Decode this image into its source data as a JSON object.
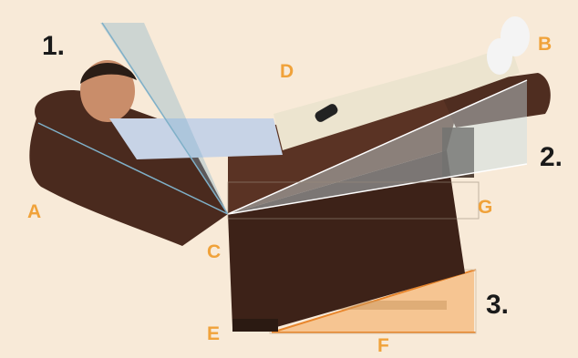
{
  "colors": {
    "background": "#f8ead8",
    "letter_labels": "#f0a23a",
    "number_labels": "#1a1a1a",
    "angle_wedge": "#7fb0c8",
    "lift_wedge": "#f4a65a",
    "chair_leather": "#4a2a1e"
  },
  "labels": {
    "num_1": "1.",
    "num_2": "2.",
    "num_3": "3.",
    "A": "A",
    "B": "B",
    "C": "C",
    "D": "D",
    "E": "E",
    "F": "F",
    "G": "G"
  },
  "icons": {
    "remote": "remote-control-icon"
  }
}
